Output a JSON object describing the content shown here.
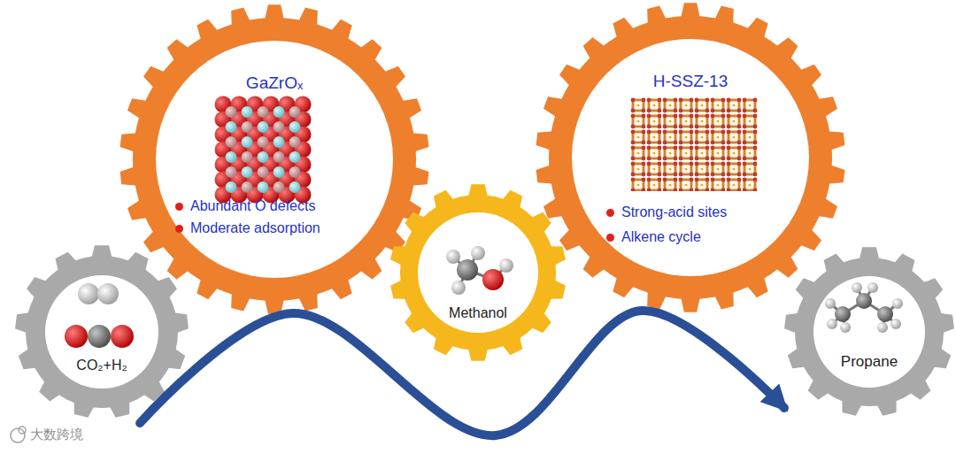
{
  "diagram": {
    "nodes": [
      {
        "text": [
          "CO₂+H₂"
        ]
      },
      {
        "text": [
          "GaZrOₓ",
          "Abundant O defects",
          "Moderate adsorption"
        ]
      },
      {
        "text": [
          "Methanol"
        ]
      },
      {
        "text": [
          "H-SSZ-13",
          "Strong-acid sites",
          "Alkene cycle"
        ]
      },
      {
        "text": [
          "Propane"
        ]
      }
    ],
    "edges": [
      {
        "from": 0,
        "to": 4,
        "arrow": "to"
      }
    ],
    "labels": [
      "大数跨境"
    ]
  }
}
